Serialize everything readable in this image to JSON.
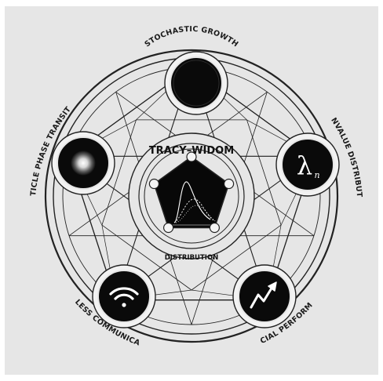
{
  "diagram": {
    "center": {
      "title": "TRACY–WIDOM",
      "subtitle": "DISTRIBUTION"
    },
    "nodes": [
      {
        "id": "top",
        "label": "STOCHASTIC GROWTH",
        "icon": "blank-disc-icon"
      },
      {
        "id": "right",
        "label": "EIGENVALUE DISTRIBUTION",
        "icon": "lambda-n-icon",
        "glyph": "λ",
        "subscript": "n"
      },
      {
        "id": "bottom-right",
        "label": "FINANCIAL PERFORMANCE",
        "icon": "rising-arrow-chart-icon"
      },
      {
        "id": "bottom-left",
        "label": "WIRELESS COMMUNICATION",
        "icon": "wifi-icon"
      },
      {
        "id": "left",
        "label": "PARTICLE PHASE TRANSITION",
        "icon": "glowing-particle-icon"
      }
    ],
    "colors": {
      "background": "#e6e6e6",
      "node_fill": "#0a0a0a",
      "line": "#222222",
      "frame": "#ffffff"
    }
  }
}
